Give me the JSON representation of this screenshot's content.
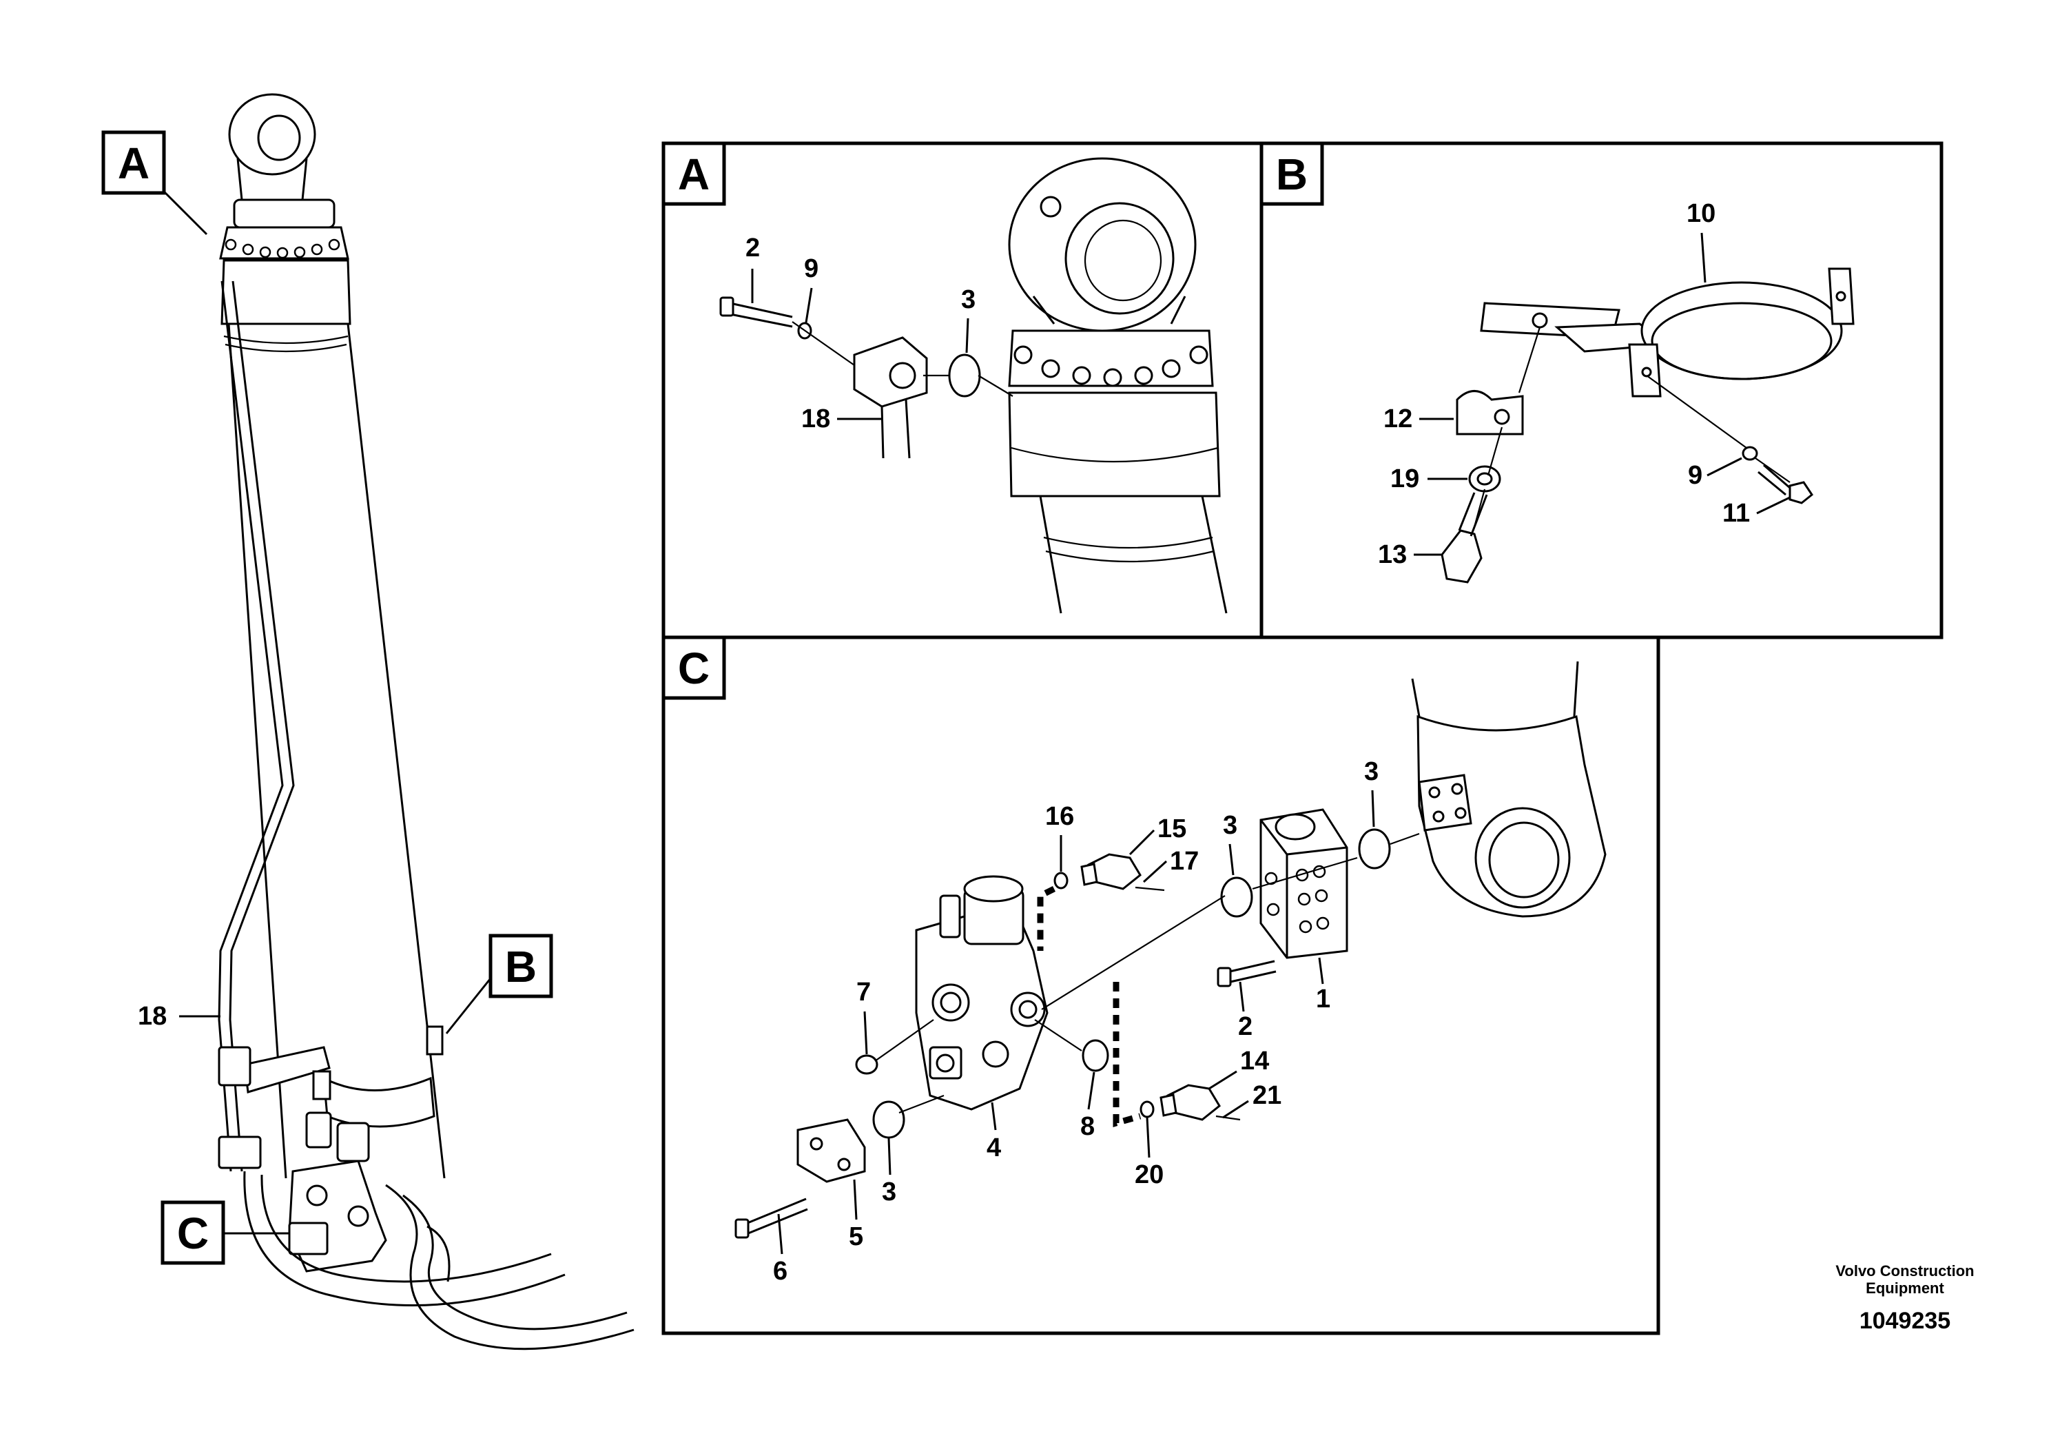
{
  "sections": {
    "overview": {
      "labels": [
        "A",
        "B",
        "C"
      ],
      "callouts": [
        "18"
      ]
    },
    "A": {
      "label": "A",
      "callouts": [
        "2",
        "9",
        "3",
        "18"
      ]
    },
    "B": {
      "label": "B",
      "callouts": [
        "10",
        "12",
        "19",
        "13",
        "9",
        "11"
      ]
    },
    "C": {
      "label": "C",
      "callouts": [
        "16",
        "15",
        "17",
        "3",
        "3",
        "1",
        "2",
        "7",
        "4",
        "8",
        "14",
        "21",
        "20",
        "3",
        "5",
        "6"
      ]
    }
  },
  "footer": {
    "brand_line1": "Volvo Construction",
    "brand_line2": "Equipment",
    "drawing_number": "1049235"
  }
}
